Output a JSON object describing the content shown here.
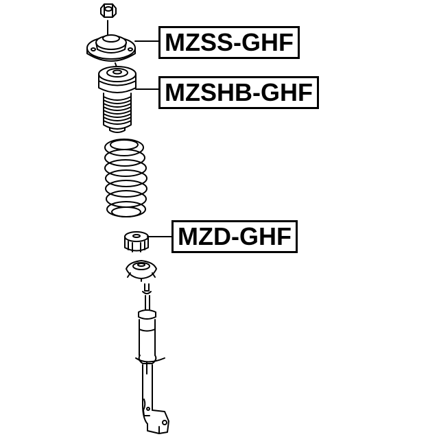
{
  "labels": [
    {
      "id": "mount",
      "text": "MZSS-GHF"
    },
    {
      "id": "bellows",
      "text": "MZSHB-GHF"
    },
    {
      "id": "bump-stop",
      "text": "MZD-GHF"
    }
  ],
  "colors": {
    "ink": "#000000",
    "paper": "#ffffff"
  }
}
